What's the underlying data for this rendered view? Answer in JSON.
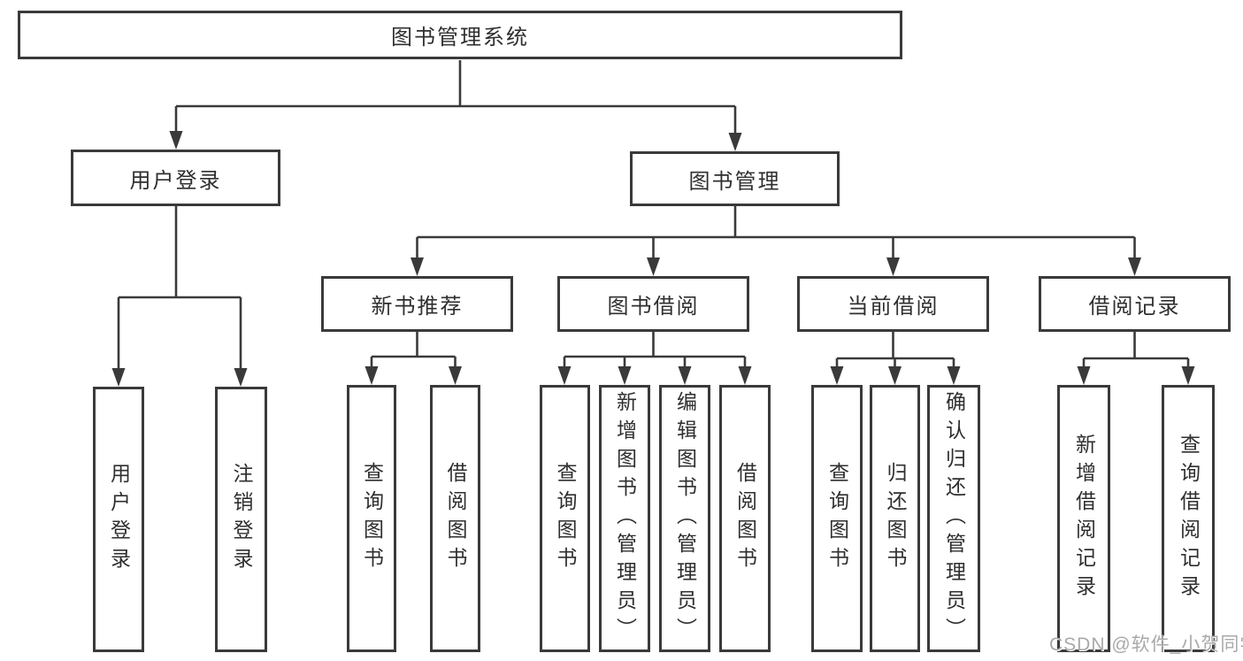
{
  "diagram": {
    "root": {
      "label": "图书管理系统"
    },
    "level2": [
      {
        "label": "用户登录"
      },
      {
        "label": "图书管理"
      }
    ],
    "level3": [
      {
        "label": "新书推荐"
      },
      {
        "label": "图书借阅"
      },
      {
        "label": "当前借阅"
      },
      {
        "label": "借阅记录"
      }
    ],
    "leaves": {
      "user_login": [
        "用户登录",
        "注销登录"
      ],
      "new_book": [
        "查询图书",
        "借阅图书"
      ],
      "book_borrow": [
        "查询图书",
        "新增图书（管理员）",
        "编辑图书（管理员）",
        "借阅图书"
      ],
      "current_borrow": [
        "查询图书",
        "归还图书",
        "确认归还（管理员）"
      ],
      "borrow_record": [
        "新增借阅记录",
        "查询借阅记录"
      ]
    },
    "watermark": "CSDN @软件_小贺同学",
    "colors": {
      "line": "#3a3a3a",
      "text": "#2f2f2f",
      "watermark_text": "#a9a9a9",
      "background": "#ffffff"
    }
  }
}
